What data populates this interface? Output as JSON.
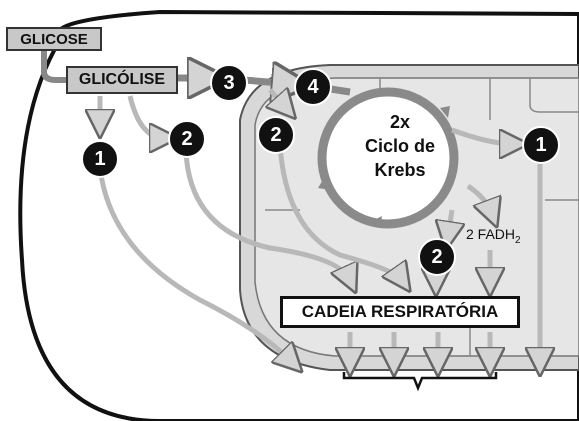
{
  "labels": {
    "glicose": "GLICOSE",
    "glicolise": "GLICÓLISE",
    "krebs_mult": "2x",
    "krebs_line1": "Ciclo de",
    "krebs_line2": "Krebs",
    "fadh_prefix": "2 FADH",
    "fadh_sub": "2",
    "cadeia": "CADEIA RESPIRATÓRIA"
  },
  "badges": {
    "b1_left": "1",
    "b2_left": "2",
    "b3": "3",
    "b4": "4",
    "b2_mito": "2",
    "b1_right": "1",
    "b2_bottom": "2"
  },
  "colors": {
    "box_fill": "#c8c8c8",
    "arrow_fill": "#d4d4d4",
    "mito_fill": "#dcdcdc",
    "badge_fill": "#111111"
  }
}
